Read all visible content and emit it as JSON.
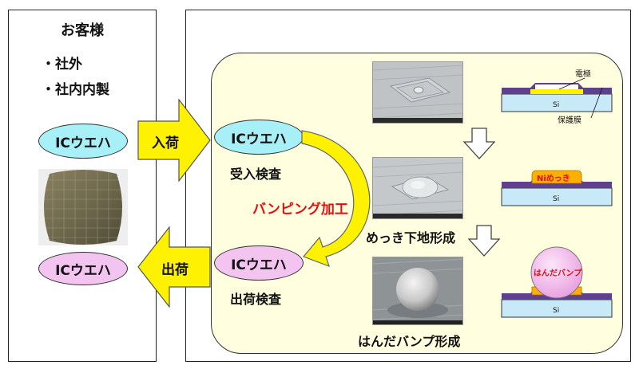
{
  "customer": {
    "title": "お客様",
    "items": [
      "・社外",
      "・社内内製"
    ]
  },
  "wafer_in_label": "ICウエハ",
  "wafer_out_label": "ICウエハ",
  "arrows": {
    "in_label": "入荷",
    "out_label": "出荷"
  },
  "process": {
    "start_label": "ICウエハ",
    "start_caption": "受入検査",
    "end_label": "ICウエハ",
    "end_caption": "出荷検査",
    "center_label": "バンピング加工"
  },
  "steps": [
    {
      "caption": ""
    },
    {
      "caption": "めっき下地形成"
    },
    {
      "caption": "はんだバンプ形成"
    }
  ],
  "cross_sections": {
    "electrode_label": "電極",
    "passivation_label": "保護膜",
    "si_label": "Si",
    "ni_label": "Niめっき",
    "bump_label": "はんだバンプ"
  },
  "colors": {
    "cyan_ellipse": "#a8f0f8",
    "pink_ellipse": "#f4c4f0",
    "arrow_yellow": "#fff200",
    "process_bg": "#ffffe0",
    "red_text": "#e01010",
    "si_blue": "#c8eaf8",
    "passivation_purple": "#5f3f8f",
    "solder_pink": "#f0b0e8",
    "ni_orange": "#ffb000"
  }
}
